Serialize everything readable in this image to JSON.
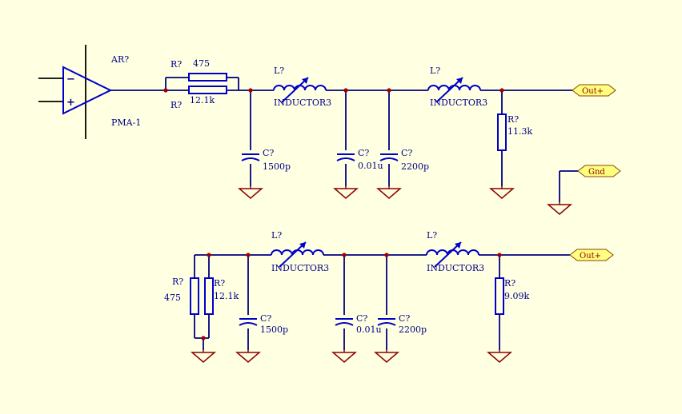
{
  "opamp": {
    "designator": "AR?",
    "part": "PMA-1",
    "minus": "−",
    "plus": "+"
  },
  "top": {
    "r1": {
      "designator": "R?",
      "value": "475"
    },
    "r2": {
      "designator": "R?",
      "value": "12.1k"
    },
    "c1": {
      "designator": "C?",
      "value": "1500p"
    },
    "l1": {
      "designator": "L?",
      "part": "INDUCTOR3"
    },
    "c2": {
      "designator": "C?",
      "value": "0.01u"
    },
    "c3": {
      "designator": "C?",
      "value": "2200p"
    },
    "l2": {
      "designator": "L?",
      "part": "INDUCTOR3"
    },
    "r3": {
      "designator": "R?",
      "value": "11.3k"
    },
    "out_port": "Out+",
    "gnd_port": "Gnd"
  },
  "bottom": {
    "r1": {
      "designator": "R?",
      "value": "475"
    },
    "r2": {
      "designator": "R?",
      "value": "12.1k"
    },
    "c1": {
      "designator": "C?",
      "value": "1500p"
    },
    "l1": {
      "designator": "L?",
      "part": "INDUCTOR3"
    },
    "c2": {
      "designator": "C?",
      "value": "0.01u"
    },
    "c3": {
      "designator": "C?",
      "value": "2200p"
    },
    "l2": {
      "designator": "L?",
      "part": "INDUCTOR3"
    },
    "r3": {
      "designator": "R?",
      "value": "9.09k"
    },
    "out_port": "Out+"
  },
  "colors": {
    "background": "#FFFFE1",
    "wire": "#000080",
    "component": "#0000CD",
    "ground": "#8B0000",
    "junction": "#A00000",
    "label": "#00008B",
    "port_fill": "#FFFF80"
  }
}
